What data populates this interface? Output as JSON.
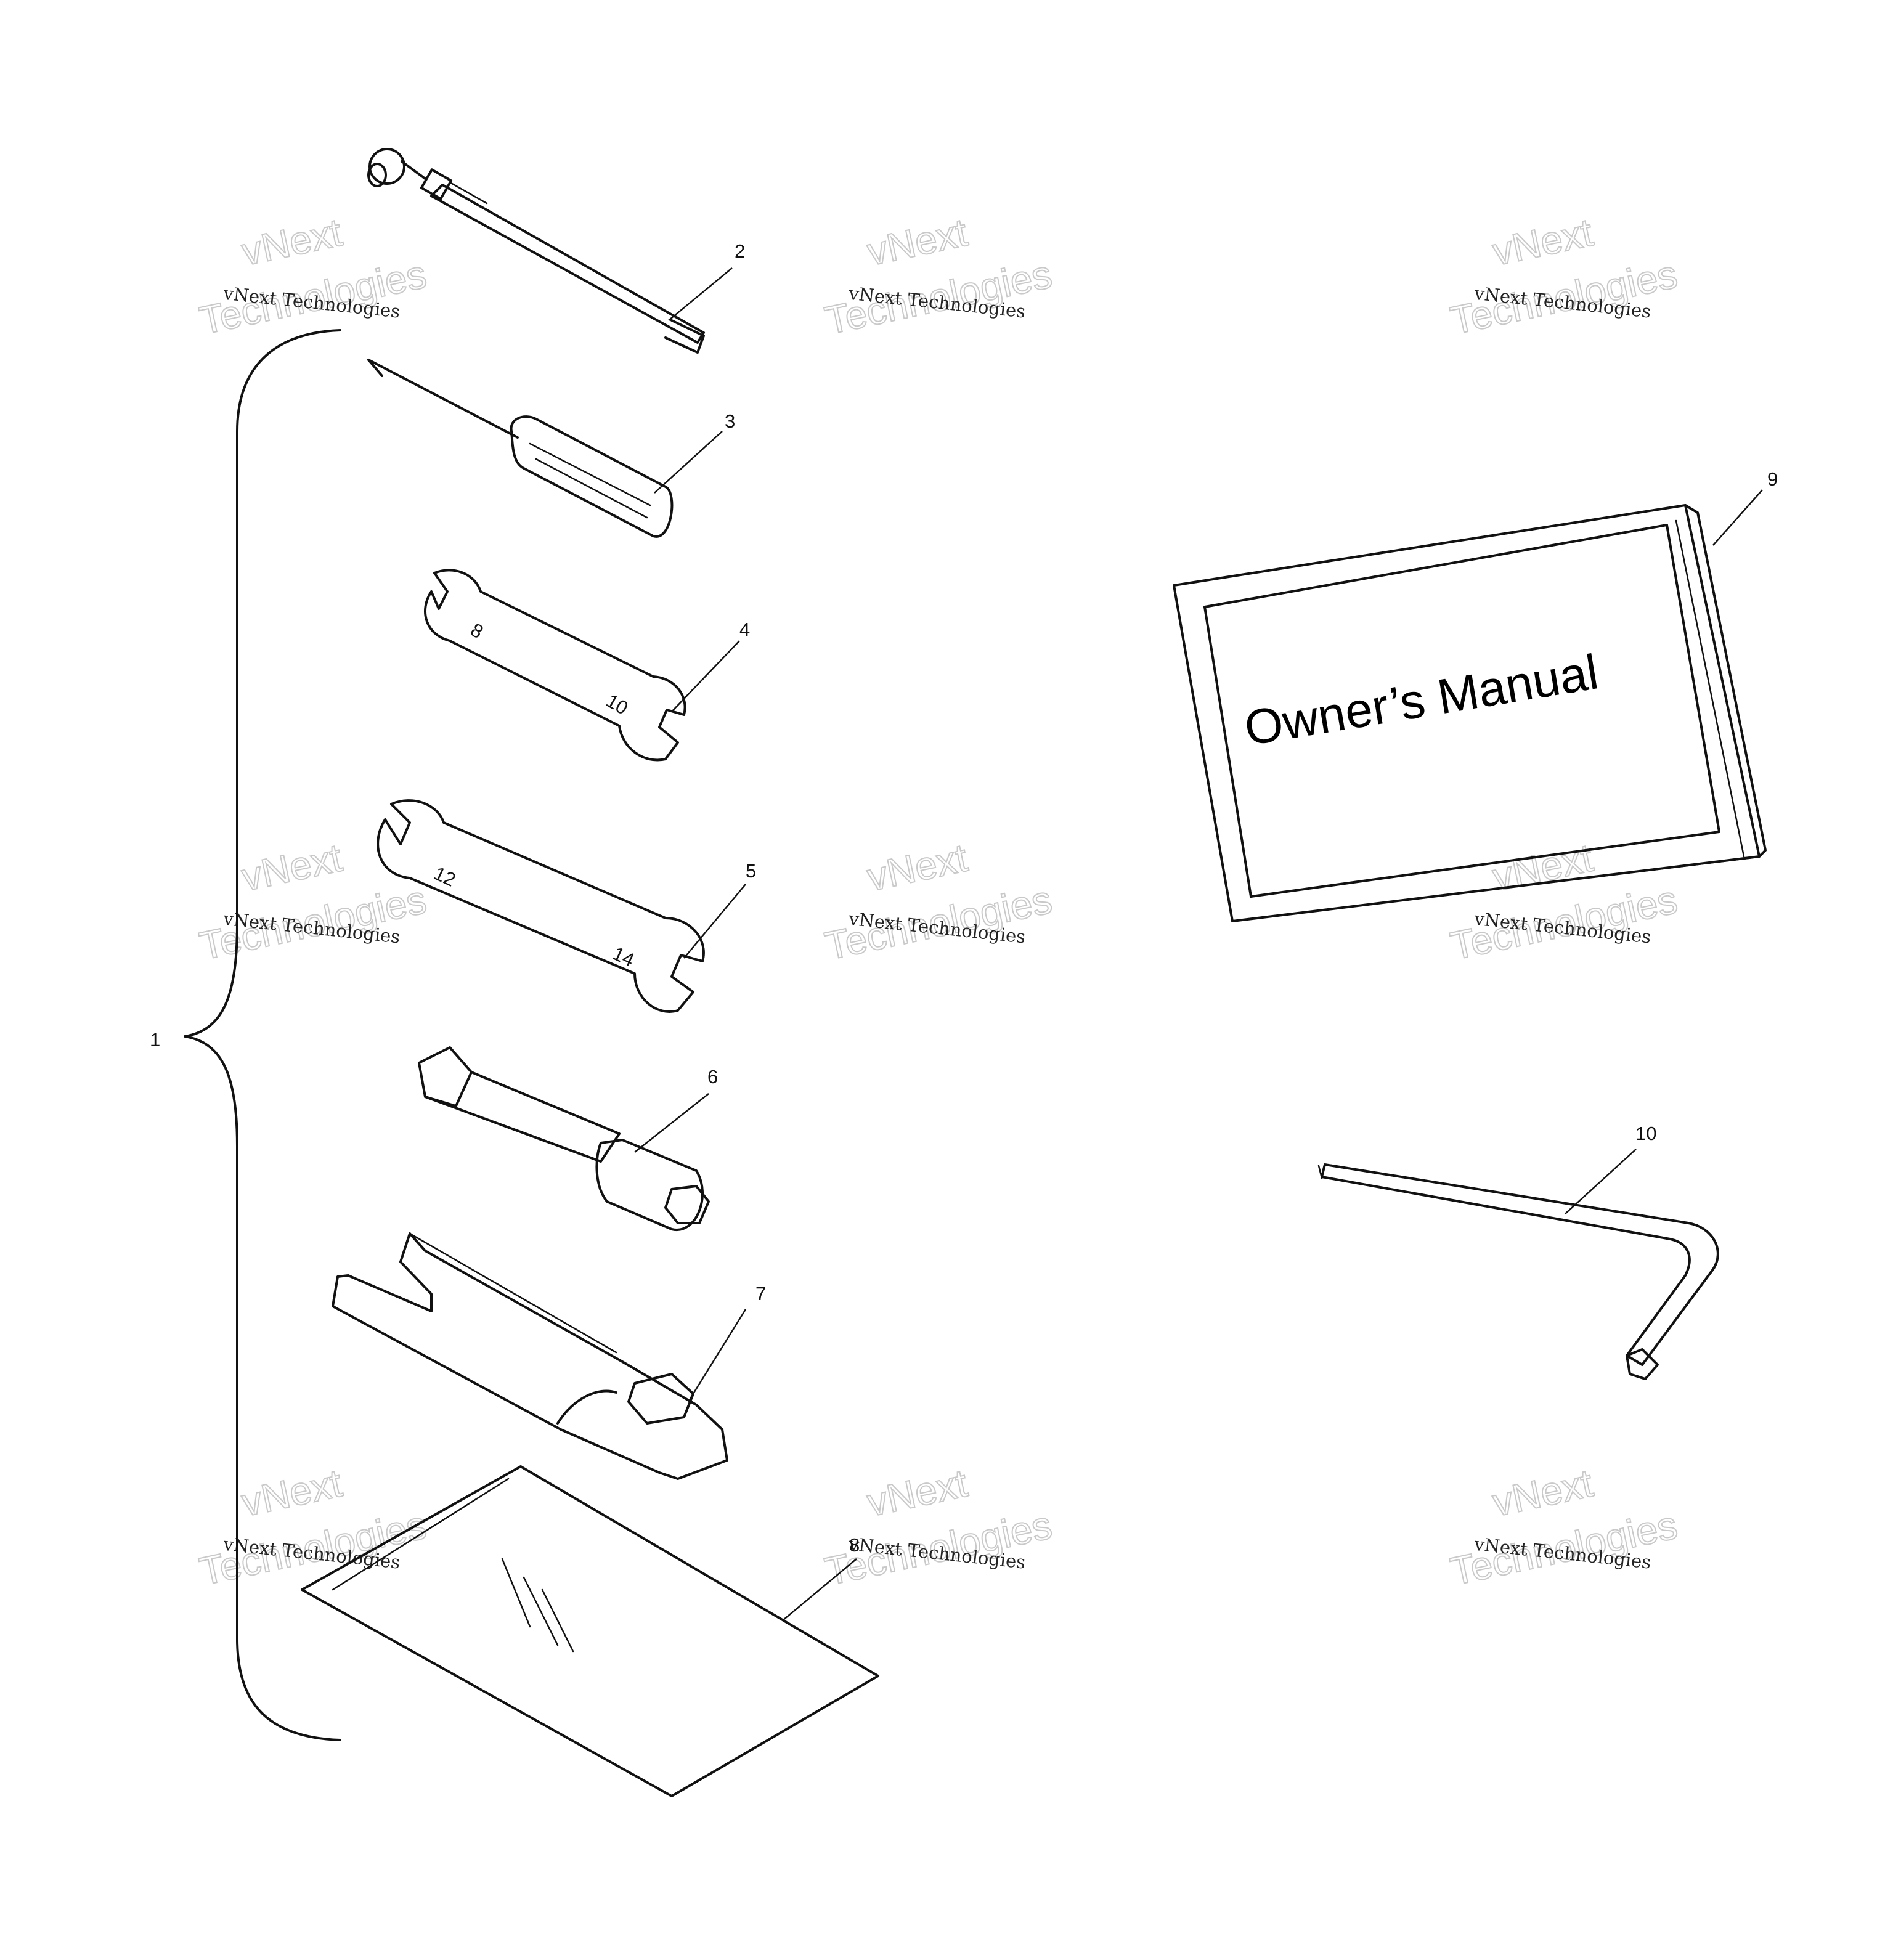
{
  "callouts": [
    {
      "id": "1",
      "label": "1"
    },
    {
      "id": "2",
      "label": "2"
    },
    {
      "id": "3",
      "label": "3"
    },
    {
      "id": "4",
      "label": "4"
    },
    {
      "id": "5",
      "label": "5"
    },
    {
      "id": "6",
      "label": "6"
    },
    {
      "id": "7",
      "label": "7"
    },
    {
      "id": "8",
      "label": "8"
    },
    {
      "id": "9",
      "label": "9"
    },
    {
      "id": "10",
      "label": "10"
    }
  ],
  "manual": {
    "title": "Owner’s Manual"
  },
  "wrench_markings": {
    "small_a": "8",
    "small_b": "10",
    "large_a": "12",
    "large_b": "14"
  },
  "watermark": {
    "line1": "vNext",
    "line2": "Technologies",
    "caption": "vNext Technologies"
  },
  "colors": {
    "ink": "#111111",
    "background": "#ffffff",
    "watermark": "#c9c9c9"
  }
}
